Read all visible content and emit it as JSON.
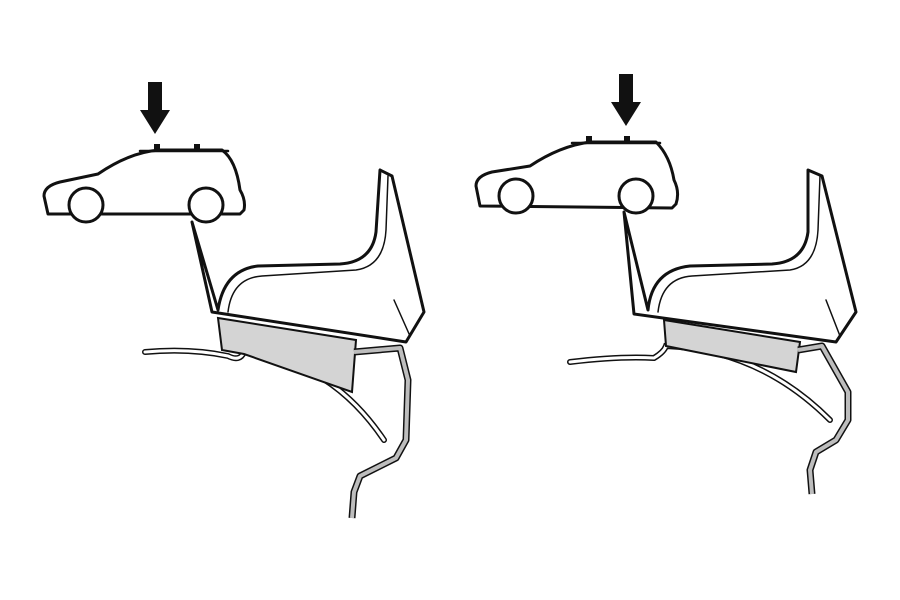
{
  "figure": {
    "panels": [
      {
        "id": "left",
        "description_icon": "car-roof-rack-fit-sedan-hatch"
      },
      {
        "id": "right",
        "description_icon": "car-roof-rack-fit-suv"
      }
    ],
    "colors": {
      "line": "#111111",
      "pad": "#d4d4d4",
      "clip": "#bdbdbd",
      "background": "#ffffff"
    }
  }
}
